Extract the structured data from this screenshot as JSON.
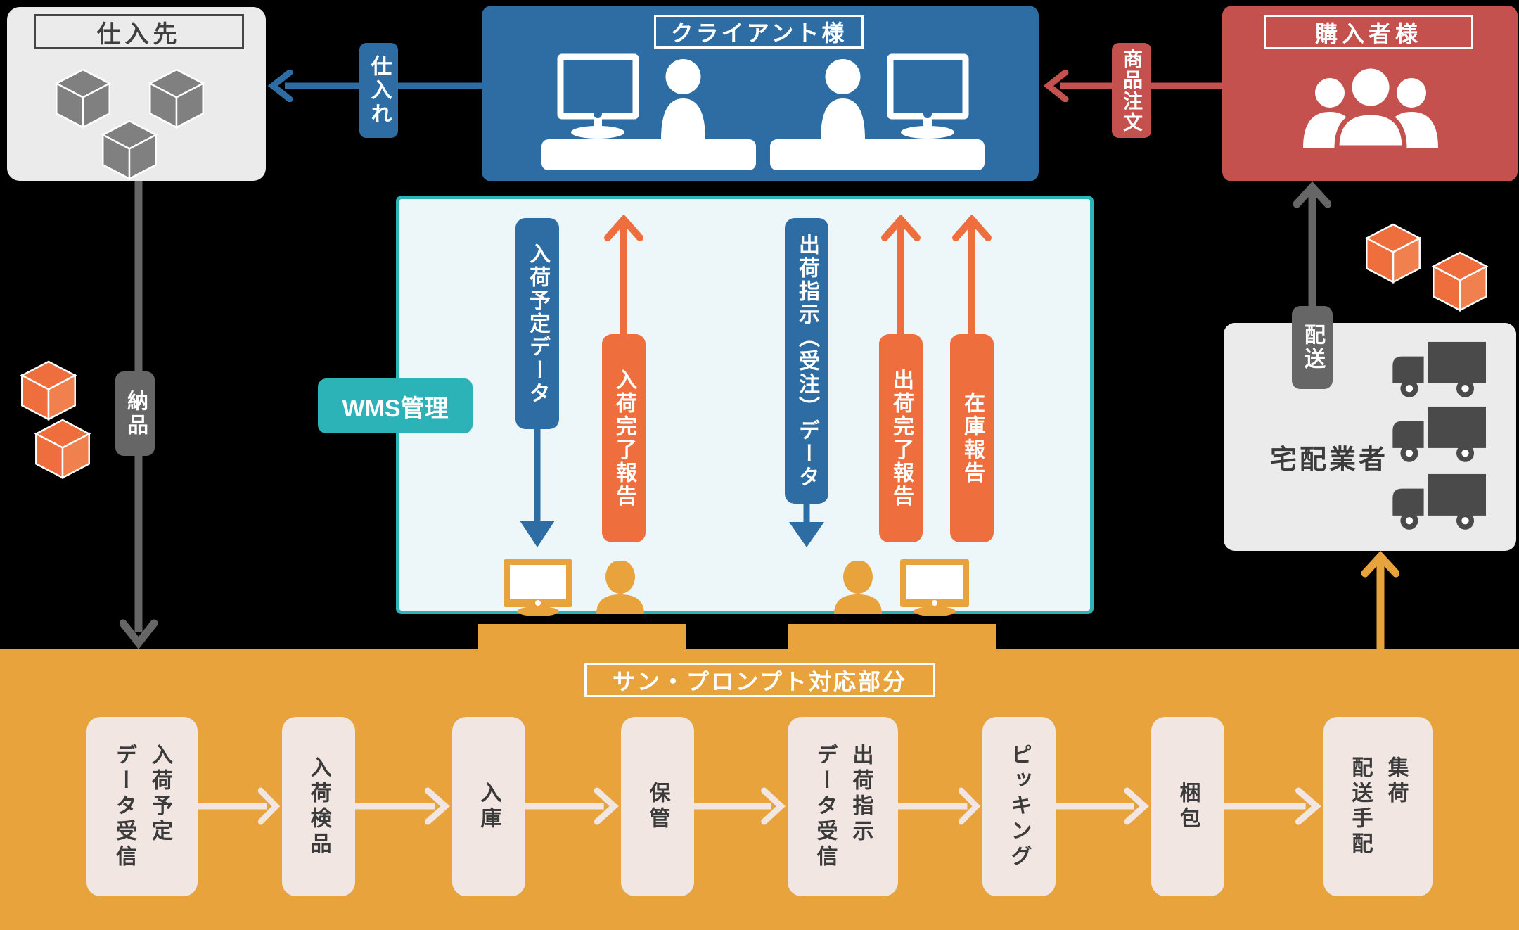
{
  "colors": {
    "client_blue": "#2d6da4",
    "purchaser_red": "#c5514e",
    "flow_orange": "#ee6f3d",
    "section_mustard": "#e8a33d",
    "wms_teal": "#2cb3b8",
    "arrow_gray": "#666666",
    "box_gray": "#ebebeb",
    "step_card": "#f2e6e2"
  },
  "supplier": {
    "title": "仕入先"
  },
  "client": {
    "title": "クライアント様"
  },
  "purchaser": {
    "title": "購入者様"
  },
  "delivery": {
    "title": "宅配業者"
  },
  "arrows": {
    "shiire": "仕入れ",
    "chumon": "商品注文",
    "nohin": "納品",
    "haiso": "配送"
  },
  "wms": {
    "badge": "WMS管理",
    "flows": [
      {
        "label": "入荷予定データ",
        "direction": "down",
        "color": "blue"
      },
      {
        "label": "入荷完了報告",
        "direction": "up",
        "color": "orange"
      },
      {
        "label": "出荷指示（受注）データ",
        "direction": "down",
        "color": "blue"
      },
      {
        "label": "出荷完了報告",
        "direction": "up",
        "color": "orange"
      },
      {
        "label": "在庫報告",
        "direction": "up",
        "color": "orange"
      }
    ]
  },
  "sunprompt": {
    "title": "サン・プロンプト対応部分",
    "steps": [
      {
        "label": "入荷予定\nデータ受信"
      },
      {
        "label": "入荷検品"
      },
      {
        "label": "入庫"
      },
      {
        "label": "保管"
      },
      {
        "label": "出荷指示\nデータ受信"
      },
      {
        "label": "ピッキング"
      },
      {
        "label": "梱包"
      },
      {
        "label": "集荷\n配送手配"
      }
    ]
  }
}
